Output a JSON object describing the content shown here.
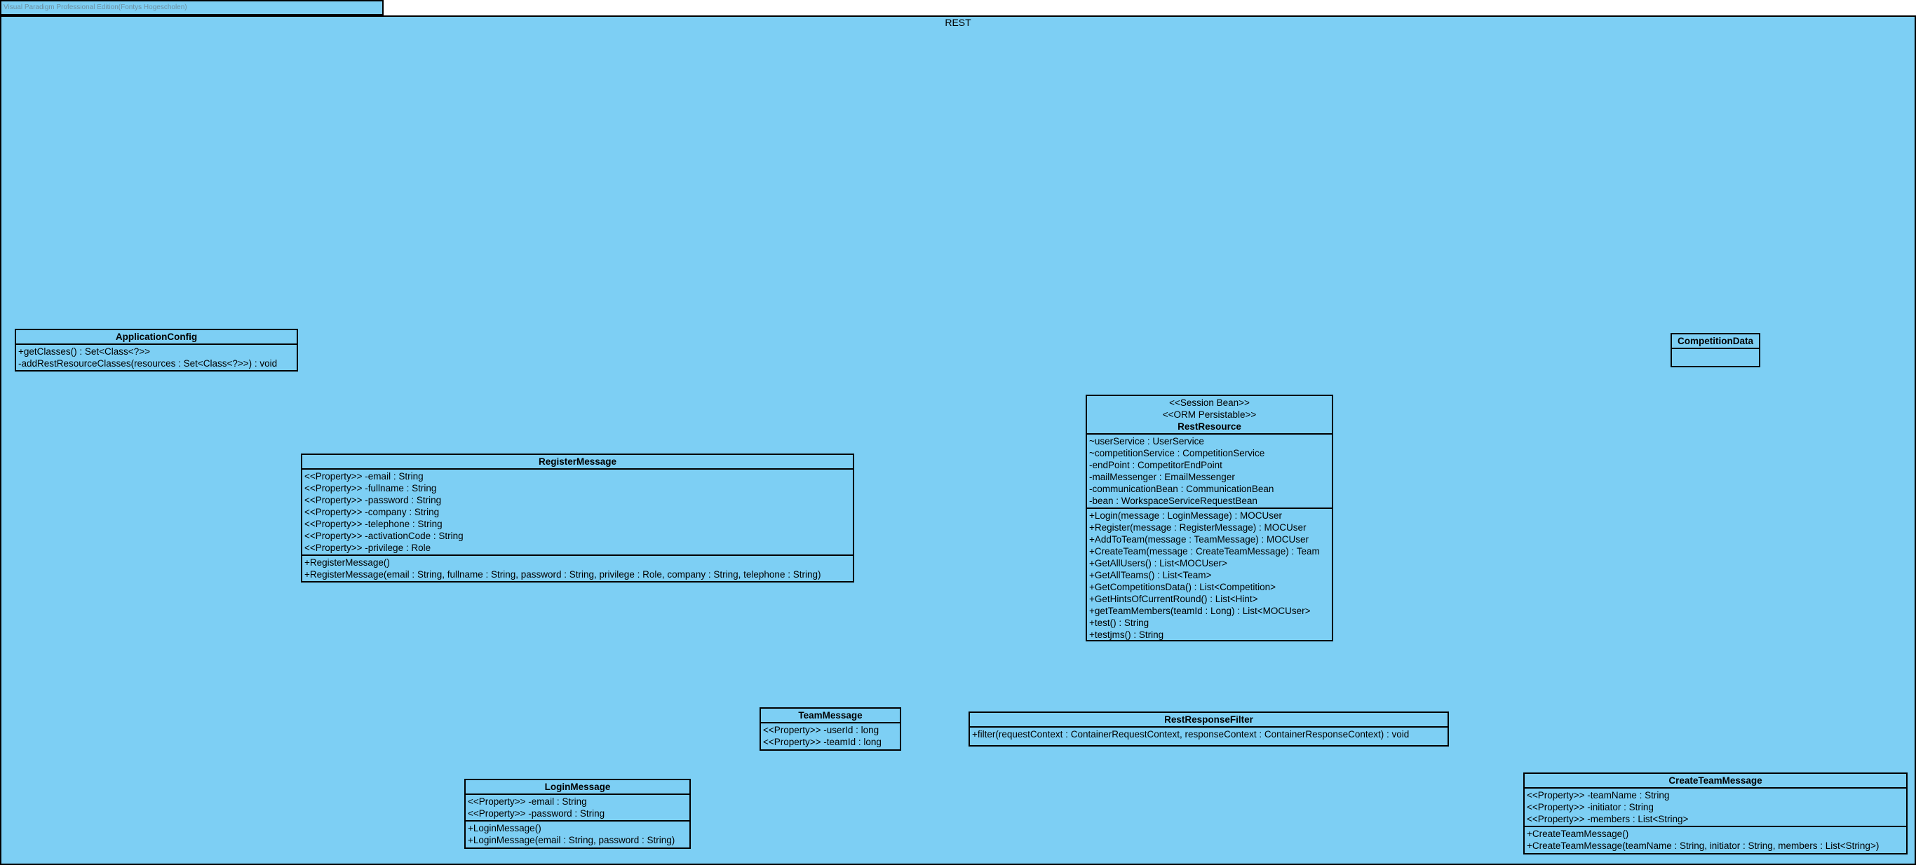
{
  "package": {
    "tab_label": "Visual Paradigm Professional Edition(Fontys Hogescholen)",
    "name": "REST"
  },
  "classes": {
    "application_config": {
      "name": "ApplicationConfig",
      "attributes": [],
      "operations": [
        "+getClasses() : Set<Class<?>>",
        "-addRestResourceClasses(resources : Set<Class<?>>) : void"
      ]
    },
    "competition_data": {
      "name": "CompetitionData",
      "attributes": [],
      "operations": []
    },
    "rest_resource": {
      "stereotypes": [
        "<<Session Bean>>",
        "<<ORM Persistable>>"
      ],
      "name": "RestResource",
      "attributes": [
        "~userService : UserService",
        "~competitionService : CompetitionService",
        "-endPoint : CompetitorEndPoint",
        "-mailMessenger : EmailMessenger",
        "-communicationBean : CommunicationBean",
        "-bean : WorkspaceServiceRequestBean"
      ],
      "operations": [
        "+Login(message : LoginMessage) : MOCUser",
        "+Register(message : RegisterMessage) : MOCUser",
        "+AddToTeam(message : TeamMessage) : MOCUser",
        "+CreateTeam(message : CreateTeamMessage) : Team",
        "+GetAllUsers() : List<MOCUser>",
        "+GetAllTeams() : List<Team>",
        "+GetCompetitionsData() : List<Competition>",
        "+GetHintsOfCurrentRound() : List<Hint>",
        "+getTeamMembers(teamId : Long) : List<MOCUser>",
        "+test() : String",
        "+testjms() : String"
      ]
    },
    "register_message": {
      "name": "RegisterMessage",
      "attributes": [
        "<<Property>> -email : String",
        "<<Property>> -fullname : String",
        "<<Property>> -password : String",
        "<<Property>> -company : String",
        "<<Property>> -telephone : String",
        "<<Property>> -activationCode : String",
        "<<Property>> -privilege : Role"
      ],
      "operations": [
        "+RegisterMessage()",
        "+RegisterMessage(email : String, fullname : String, password : String, privilege : Role, company : String, telephone : String)"
      ]
    },
    "team_message": {
      "name": "TeamMessage",
      "attributes": [
        "<<Property>> -userId : long",
        "<<Property>> -teamId : long"
      ],
      "operations": []
    },
    "rest_response_filter": {
      "name": "RestResponseFilter",
      "attributes": [],
      "operations": [
        "+filter(requestContext : ContainerRequestContext, responseContext : ContainerResponseContext) : void"
      ]
    },
    "login_message": {
      "name": "LoginMessage",
      "attributes": [
        "<<Property>> -email : String",
        "<<Property>> -password : String"
      ],
      "operations": [
        "+LoginMessage()",
        "+LoginMessage(email : String, password : String)"
      ]
    },
    "create_team_message": {
      "name": "CreateTeamMessage",
      "attributes": [
        "<<Property>> -teamName : String",
        "<<Property>> -initiator : String",
        "<<Property>> -members : List<String>"
      ],
      "operations": [
        "+CreateTeamMessage()",
        "+CreateTeamMessage(teamName : String, initiator : String, members : List<String>)"
      ]
    }
  }
}
